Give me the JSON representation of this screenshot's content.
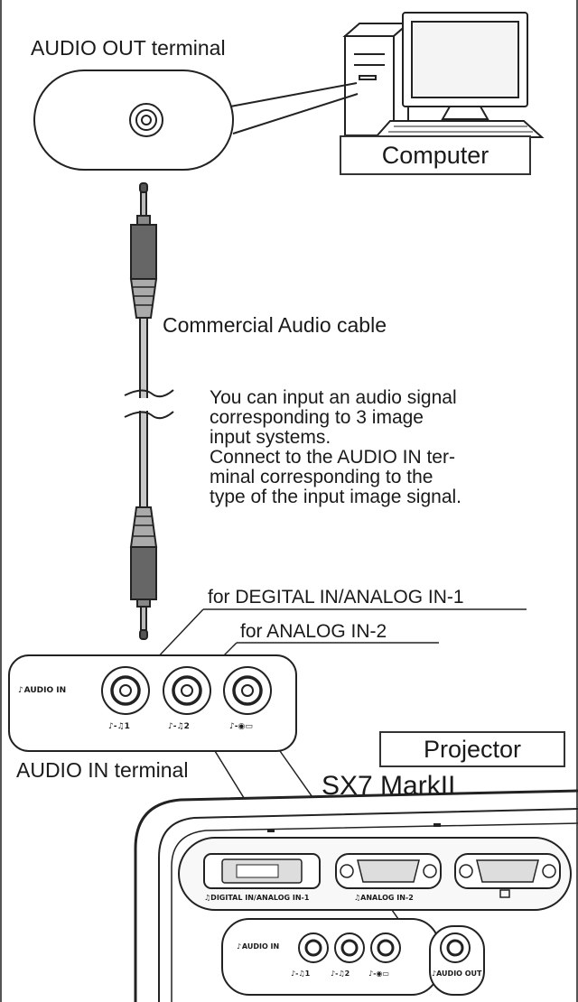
{
  "labels": {
    "audio_out_terminal": "AUDIO OUT terminal",
    "computer": "Computer",
    "commercial_audio_cable": "Commercial Audio cable",
    "instruction": "You can input an audio signal\ncorresponding to 3 image\ninput systems.\nConnect to the AUDIO IN ter-\nminal corresponding to the\ntype of the input image signal.",
    "for_digital_analog1": "for DEGITAL IN/ANALOG IN-1",
    "for_analog2": "for ANALOG IN-2",
    "audio_in_terminal": "AUDIO IN terminal",
    "projector": "Projector",
    "model": "SX7 MarkII"
  },
  "panel_upper": {
    "audio_in": "AUDIO IN",
    "jack1": "1",
    "jack2": "2"
  },
  "panel_lower": {
    "digital_analog_in1": "DIGITAL IN/ANALOG IN-1",
    "analog_in2": "ANALOG IN-2",
    "audio_in": "AUDIO IN",
    "jack1": "1",
    "jack2": "2",
    "audio_out": "AUDIO OUT"
  }
}
